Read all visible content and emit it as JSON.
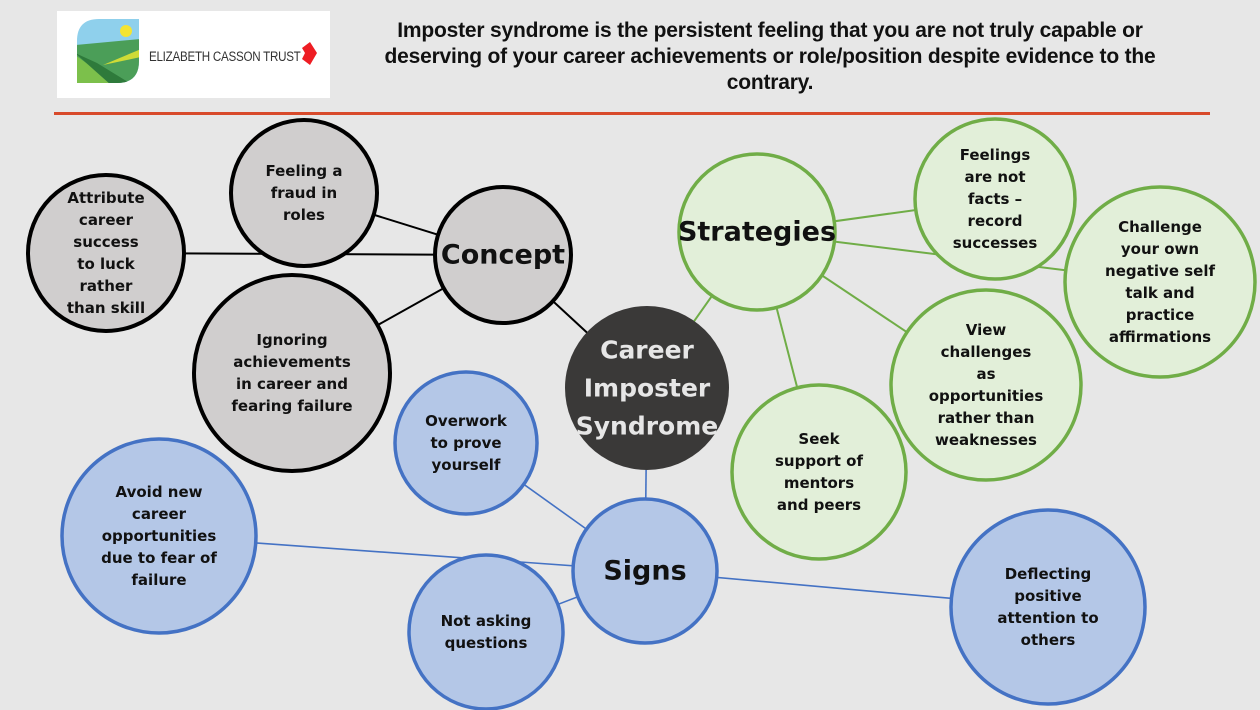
{
  "logo": {
    "name": "ELIZABETH CASSON TRUST",
    "icon": "landscape-leaf-logo-icon",
    "chevron_icon": "red-chevron-icon"
  },
  "headline": "Imposter syndrome is the persistent feeling that you are not truly capable or deserving of your career achievements or role/position despite evidence to the contrary.",
  "colors": {
    "background": "#e7e7e7",
    "rule": "#d84a2b",
    "center_fill": "#3a3938",
    "center_text": "#e6e6e6",
    "concept_fill": "#d0cece",
    "concept_stroke": "#000000",
    "strategies_fill": "#e2efd9",
    "strategies_stroke": "#70ad47",
    "signs_fill": "#b4c7e7",
    "signs_stroke": "#4472c4"
  },
  "center": {
    "lines": [
      "Career",
      "Imposter",
      "Syndrome"
    ]
  },
  "branches": [
    {
      "id": "concept",
      "label": "Concept",
      "nodes": [
        {
          "id": "feeling-fraud",
          "lines": [
            "Feeling a",
            "fraud in",
            "roles"
          ]
        },
        {
          "id": "attribute-luck",
          "lines": [
            "Attribute",
            "career",
            "success",
            "to luck",
            "rather",
            "than skill"
          ]
        },
        {
          "id": "ignoring-achievements",
          "lines": [
            "Ignoring",
            "achievements",
            "in career and",
            "fearing failure"
          ]
        }
      ]
    },
    {
      "id": "strategies",
      "label": "Strategies",
      "nodes": [
        {
          "id": "feelings-not-facts",
          "lines": [
            "Feelings",
            "are not",
            "facts –",
            "record",
            "successes"
          ]
        },
        {
          "id": "challenge-self-talk",
          "lines": [
            "Challenge",
            "your own",
            "negative self",
            "talk and",
            "practice",
            "affirmations"
          ]
        },
        {
          "id": "view-challenges",
          "lines": [
            "View",
            "challenges",
            "as",
            "opportunities",
            "rather than",
            "weaknesses"
          ]
        },
        {
          "id": "seek-support",
          "lines": [
            "Seek",
            "support of",
            "mentors",
            "and peers"
          ]
        }
      ]
    },
    {
      "id": "signs",
      "label": "Signs",
      "nodes": [
        {
          "id": "overwork",
          "lines": [
            "Overwork",
            "to prove",
            "yourself"
          ]
        },
        {
          "id": "avoid-opportunities",
          "lines": [
            "Avoid new",
            "career",
            "opportunities",
            "due to fear of",
            "failure"
          ]
        },
        {
          "id": "not-asking",
          "lines": [
            "Not asking",
            "questions"
          ]
        },
        {
          "id": "deflecting",
          "lines": [
            "Deflecting",
            "positive",
            "attention to",
            "others"
          ]
        }
      ]
    }
  ]
}
